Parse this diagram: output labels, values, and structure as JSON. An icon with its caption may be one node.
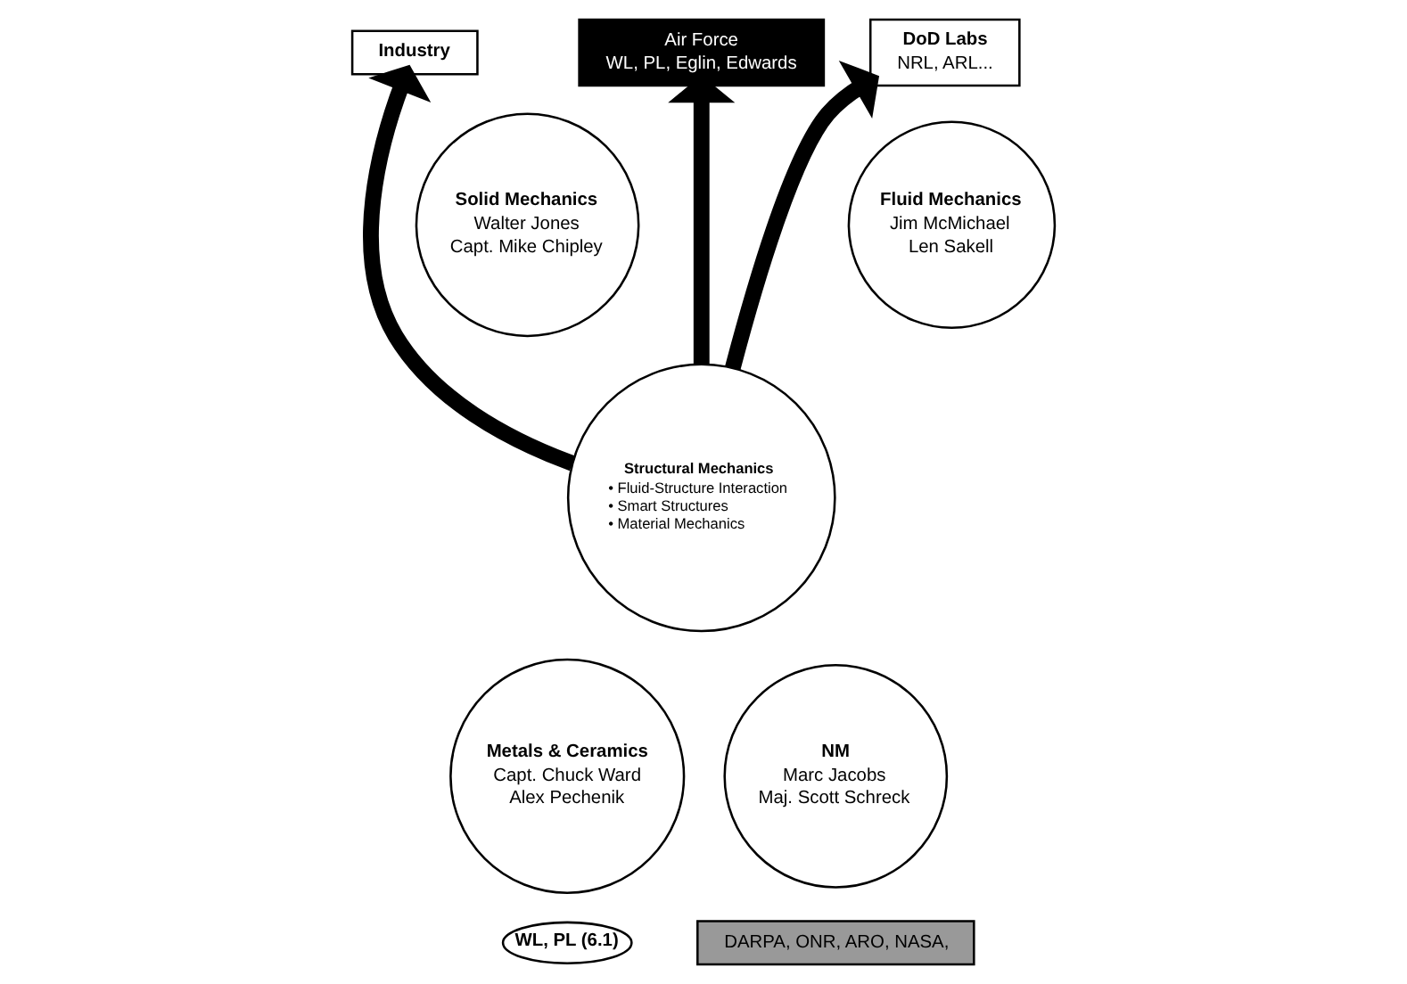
{
  "diagram": {
    "nodes": [
      {
        "text": [
          "Industry"
        ]
      },
      {
        "text": [
          "Air Force",
          "WL, PL, Eglin, Edwards"
        ]
      },
      {
        "text": [
          "DoD Labs",
          "NRL, ARL..."
        ]
      },
      {
        "text": [
          "Solid Mechanics",
          "Walter Jones",
          "Capt. Mike Chipley"
        ]
      },
      {
        "text": [
          "Fluid Mechanics",
          "Jim McMichael",
          "Len Sakell"
        ]
      },
      {
        "text": [
          "Structural Mechanics",
          "• Fluid-Structure Interaction",
          "• Smart Structures",
          "• Material Mechanics"
        ]
      },
      {
        "text": [
          "Metals & Ceramics",
          "Capt. Chuck Ward",
          "Alex Pechenik"
        ]
      },
      {
        "text": [
          "NM",
          "Marc Jacobs",
          "Maj. Scott Schreck"
        ]
      },
      {
        "text": [
          "WL, PL (6.1)"
        ]
      },
      {
        "text": [
          "DARPA, ONR, ARO, NASA,"
        ]
      }
    ],
    "edges": [
      {
        "from": 5,
        "to": 0,
        "arrow": "to"
      },
      {
        "from": 5,
        "to": 1,
        "arrow": "to"
      },
      {
        "from": 5,
        "to": 2,
        "arrow": "to"
      }
    ]
  }
}
